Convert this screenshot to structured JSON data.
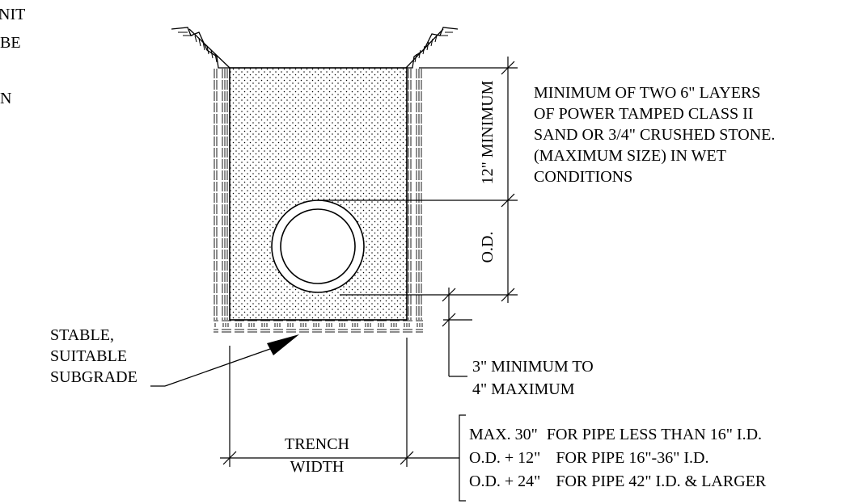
{
  "clipped_left_text": [
    "NIT",
    "BE",
    "N"
  ],
  "dimension_labels": {
    "cover_min": "12\" MINIMUM",
    "pipe_od": "O.D."
  },
  "backfill_note": [
    "MINIMUM OF TWO 6\" LAYERS",
    "OF POWER TAMPED CLASS II",
    "SAND OR 3/4\" CRUSHED STONE.",
    "(MAXIMUM SIZE) IN WET",
    "CONDITIONS"
  ],
  "subgrade_note": [
    "STABLE,",
    "SUITABLE",
    "SUBGRADE"
  ],
  "bedding_note": [
    "3\" MINIMUM TO",
    "4\" MAXIMUM"
  ],
  "trench_width_label": [
    "TRENCH",
    "WIDTH"
  ],
  "trench_width_table": [
    {
      "left": "MAX. 30\"",
      "right": "FOR PIPE LESS THAN 16\" I.D."
    },
    {
      "left": "O.D. + 12\"",
      "right": "FOR PIPE 16\"-36\" I.D."
    },
    {
      "left": "O.D. + 24\"",
      "right": "FOR PIPE 42\" I.D. & LARGER"
    }
  ]
}
